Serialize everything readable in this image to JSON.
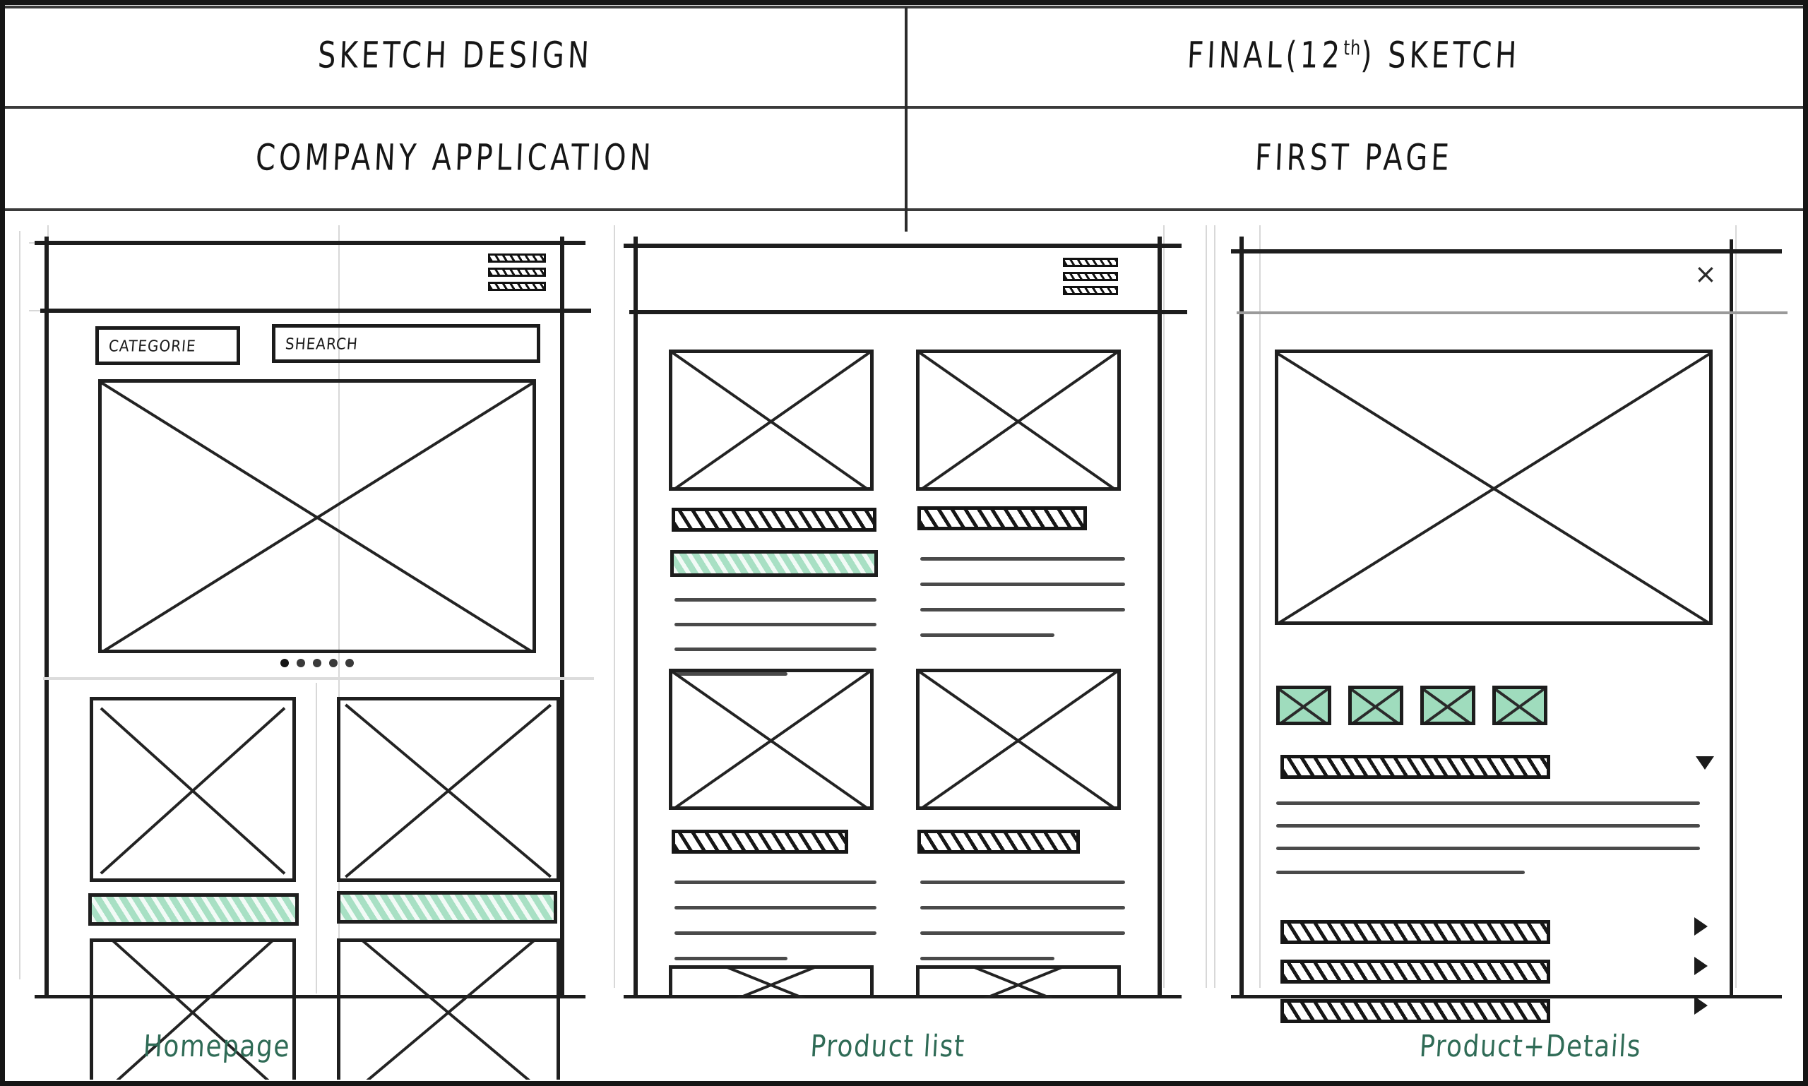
{
  "document": {
    "background_color": "#ffffff",
    "border_color": "#151515",
    "ink_color": "#1b1b1b",
    "accent_green": "#9fdcbd",
    "caption_color": "#2f6b56"
  },
  "header": {
    "row1": {
      "left_title": "SKETCH DESIGN",
      "right_title_prefix": "FINAL(12",
      "right_title_sup": "th",
      "right_title_suffix": ") SKETCH"
    },
    "row2": {
      "left_title": "COMPANY APPLICATION",
      "right_title": "FIRST PAGE"
    }
  },
  "panels": [
    {
      "id": "homepage",
      "caption": "Homepage",
      "topbar": {
        "menu_icon": "hamburger-icon",
        "bars": 3
      },
      "fields": [
        {
          "name": "category-field",
          "label": "CATEGORIE"
        },
        {
          "name": "search-field",
          "label": "SHEARCH"
        }
      ],
      "hero": {
        "name": "hero-image-placeholder",
        "type": "image-x-box"
      },
      "carousel": {
        "dots": 5,
        "active_index": 0
      },
      "grid": {
        "columns": 2,
        "rows": 2,
        "tiles": [
          {
            "name": "product-tile",
            "image": "image-x-box",
            "label_bar": "green"
          },
          {
            "name": "product-tile",
            "image": "image-x-box",
            "label_bar": "green"
          },
          {
            "name": "product-tile",
            "image": "image-x-box",
            "label_bar": "none"
          },
          {
            "name": "product-tile",
            "image": "image-x-box",
            "label_bar": "none"
          }
        ]
      }
    },
    {
      "id": "product-list",
      "caption": "Product list",
      "topbar": {
        "menu_icon": "hamburger-icon",
        "bars": 3
      },
      "cards": [
        {
          "name": "product-card",
          "image": "image-x-box",
          "title_bar": "dark-hatch",
          "price_bar": "green-hatch",
          "text_lines": 4
        },
        {
          "name": "product-card",
          "image": "image-x-box",
          "title_bar": "dark-hatch",
          "price_bar": "none",
          "text_lines": 4
        },
        {
          "name": "product-card",
          "image": "image-x-box",
          "title_bar": "dark-hatch",
          "price_bar": "none",
          "text_lines": 4
        },
        {
          "name": "product-card",
          "image": "image-x-box",
          "title_bar": "dark-hatch",
          "price_bar": "none",
          "text_lines": 4
        }
      ]
    },
    {
      "id": "product-details",
      "caption": "Product+Details",
      "topbar": {
        "close_icon": "close-icon",
        "close_glyph": "×"
      },
      "hero": {
        "name": "product-hero-image",
        "type": "image-x-box"
      },
      "thumbnails": {
        "count": 4,
        "fill": "green",
        "type": "image-x-box"
      },
      "title_bar": "dark-hatch",
      "description_lines": 4,
      "accordion_rows": [
        {
          "name": "accordion-row",
          "bar": "dark-hatch",
          "chevron": "chevron-down-icon"
        },
        {
          "name": "accordion-row",
          "bar": "dark-hatch",
          "chevron": "chevron-right-icon"
        },
        {
          "name": "accordion-row",
          "bar": "dark-hatch",
          "chevron": "chevron-right-icon"
        },
        {
          "name": "accordion-row",
          "bar": "dark-hatch",
          "chevron": "chevron-right-icon"
        }
      ]
    }
  ]
}
